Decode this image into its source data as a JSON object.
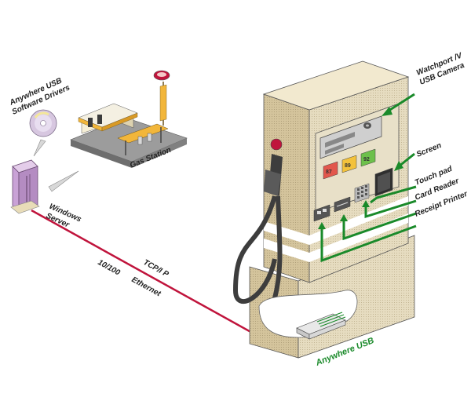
{
  "labels": {
    "drivers_line1": "Anywhere USB",
    "drivers_line2": "Software  Drivers",
    "windows_line1": "Windows",
    "windows_line2": "Server",
    "gas_station": "Gas Station",
    "tcpip": "TCP/I P",
    "ethernet_speed": "10/100",
    "ethernet": "Ethernet",
    "watchport_line1": "Watchport /V",
    "watchport_line2": "USB Camera",
    "screen": "Screen",
    "touch_pad": "Touch pad",
    "card_reader": "Card  Reader",
    "receipt_printer": "Receipt  Printer",
    "anywhere_usb": "Anywhere  USB"
  },
  "octanes": [
    "87",
    "89",
    "92"
  ],
  "colors": {
    "ethernet_cable": "#c0143c",
    "callout_green": "#1a8a2a",
    "pump_body": "#efe4c6",
    "pump_side": "#d9c9a2",
    "server": "#c9a2d6",
    "roof_yellow": "#f2b63a",
    "octane_87": "#e2574c",
    "octane_89": "#f3c23b",
    "octane_92": "#6dc04b"
  }
}
